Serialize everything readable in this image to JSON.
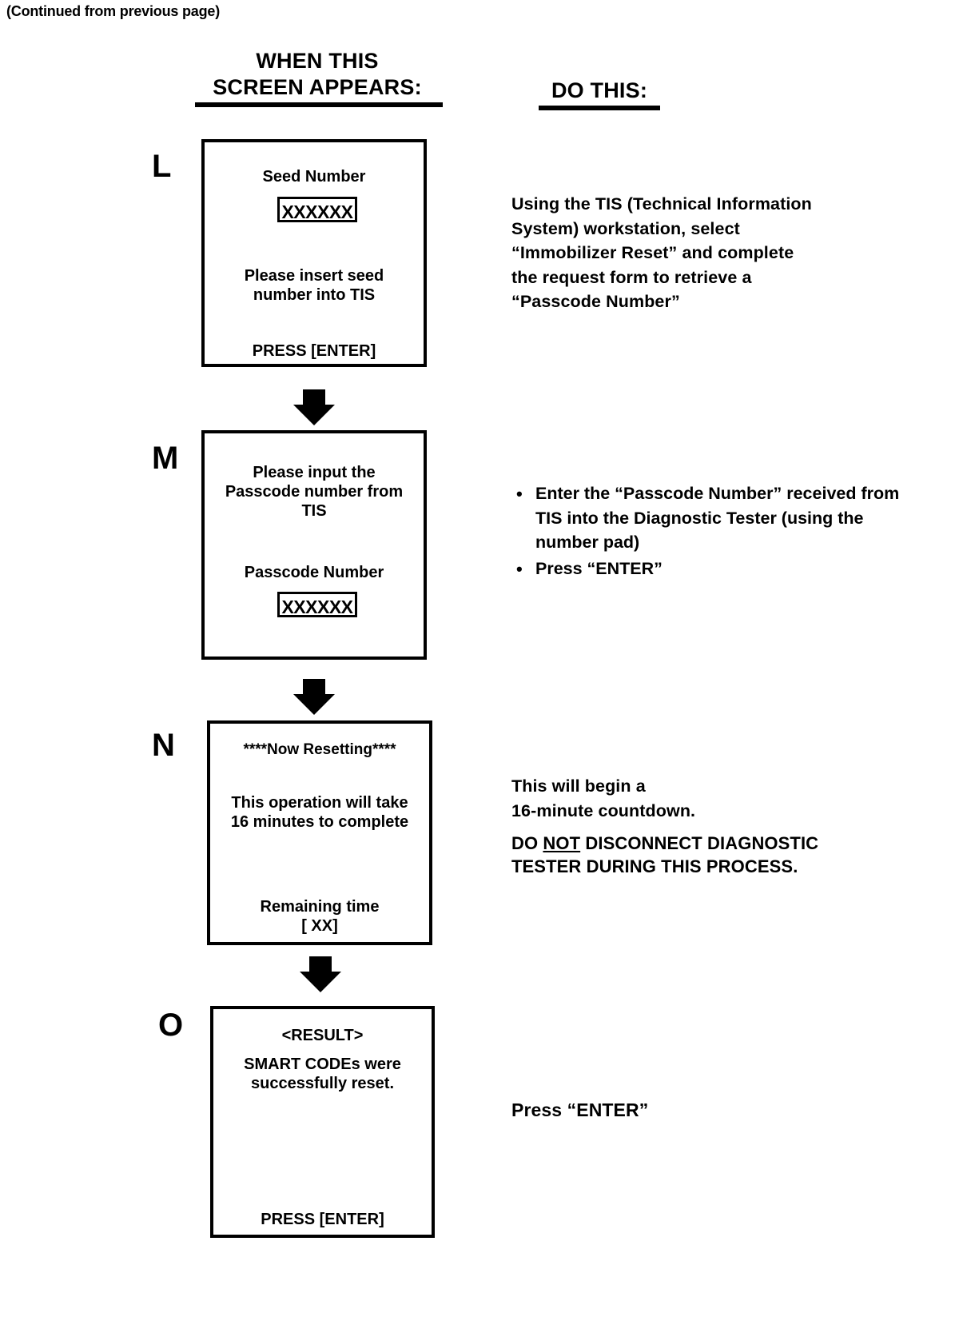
{
  "page": {
    "continued_note": "(Continued from previous page)"
  },
  "headers": {
    "when_line1": "WHEN THIS",
    "when_line2": "SCREEN APPEARS:",
    "do_this": "DO THIS:"
  },
  "steps": [
    {
      "letter": "L",
      "screen": {
        "title": "Seed Number",
        "field_value": "XXXXXX",
        "message_line1": "Please insert seed",
        "message_line2": "number into TIS",
        "footer": "PRESS [ENTER]"
      },
      "instruction": {
        "type": "paragraph",
        "lines": [
          "Using the TIS (Technical Information",
          "System) workstation, select",
          "“Immobilizer Reset” and complete",
          "the request form to retrieve a",
          "“Passcode Number”"
        ]
      }
    },
    {
      "letter": "M",
      "screen": {
        "prompt_line1": "Please input the",
        "prompt_line2": "Passcode number from",
        "prompt_line3": "TIS",
        "title": "Passcode Number",
        "field_value": "XXXXXX"
      },
      "instruction": {
        "type": "bullets",
        "items": [
          "Enter the “Passcode Number” received from TIS into the Diagnostic Tester (using the number pad)",
          "Press “ENTER”"
        ]
      }
    },
    {
      "letter": "N",
      "screen": {
        "status": "****Now Resetting****",
        "message_line1": "This operation will take",
        "message_line2": "16 minutes to complete",
        "remaining_label": "Remaining time",
        "remaining_value": "[ XX]"
      },
      "instruction": {
        "type": "paragraph-with-warning",
        "lines": [
          "This will begin a",
          "16-minute countdown."
        ],
        "warning_before": "DO ",
        "warning_emphasis": "NOT",
        "warning_after_line1": " DISCONNECT DIAGNOSTIC",
        "warning_line2": "TESTER DURING THIS PROCESS."
      }
    },
    {
      "letter": "O",
      "screen": {
        "title": "<RESULT>",
        "message_line1": "SMART CODEs were",
        "message_line2": "successfully reset.",
        "footer": "PRESS [ENTER]"
      },
      "instruction": {
        "type": "paragraph",
        "lines": [
          "Press “ENTER”"
        ]
      }
    }
  ]
}
